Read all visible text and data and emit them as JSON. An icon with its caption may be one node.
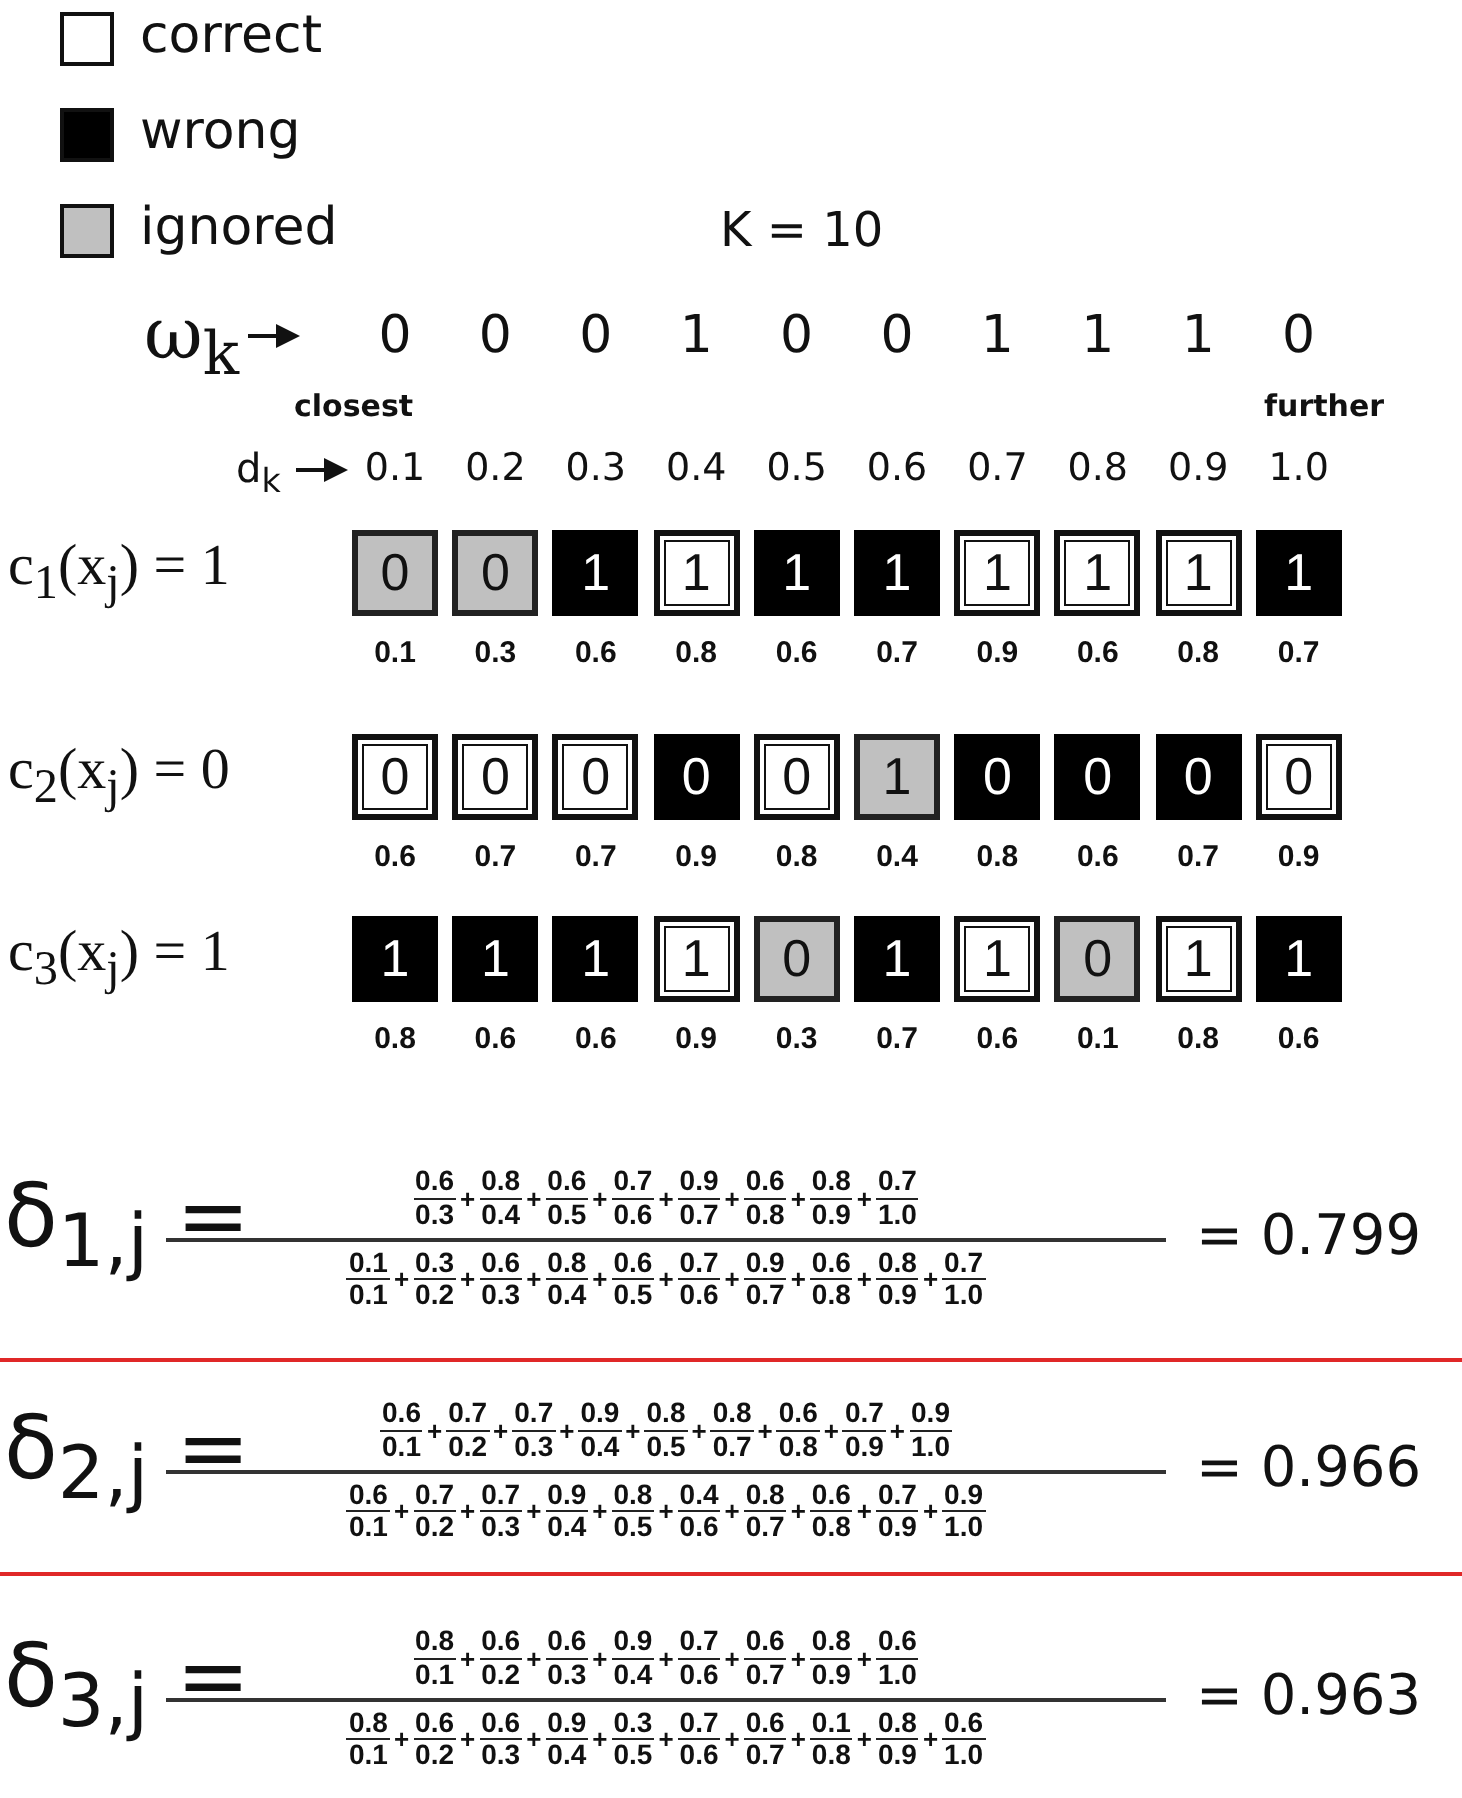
{
  "diagram": {
    "nodes": [
      {
        "text": [
          "0"
        ],
        "beside": [
          "0.1"
        ]
      },
      {
        "text": [
          "0"
        ],
        "beside": [
          "0.3"
        ]
      },
      {
        "text": [
          "1"
        ],
        "beside": [
          "0.6"
        ]
      },
      {
        "text": [
          "1"
        ],
        "beside": [
          "0.8"
        ]
      },
      {
        "text": [
          "1"
        ],
        "beside": [
          "0.6"
        ]
      },
      {
        "text": [
          "1"
        ],
        "beside": [
          "0.7"
        ]
      },
      {
        "text": [
          "1"
        ],
        "beside": [
          "0.9"
        ]
      },
      {
        "text": [
          "1"
        ],
        "beside": [
          "0.6"
        ]
      },
      {
        "text": [
          "1"
        ],
        "beside": [
          "0.8"
        ]
      },
      {
        "text": [
          "1"
        ],
        "beside": [
          "0.7"
        ]
      },
      {
        "text": [
          "0"
        ],
        "beside": [
          "0.6"
        ]
      },
      {
        "text": [
          "0"
        ],
        "beside": [
          "0.7"
        ]
      },
      {
        "text": [
          "0"
        ],
        "beside": [
          "0.7"
        ]
      },
      {
        "text": [
          "0"
        ],
        "beside": [
          "0.9"
        ]
      },
      {
        "text": [
          "0"
        ],
        "beside": [
          "0.8"
        ]
      },
      {
        "text": [
          "1"
        ],
        "beside": [
          "0.4"
        ]
      },
      {
        "text": [
          "0"
        ],
        "beside": [
          "0.8"
        ]
      },
      {
        "text": [
          "0"
        ],
        "beside": [
          "0.6"
        ]
      },
      {
        "text": [
          "0"
        ],
        "beside": [
          "0.7"
        ]
      },
      {
        "text": [
          "0"
        ],
        "beside": [
          "0.9"
        ]
      },
      {
        "text": [
          "1"
        ],
        "beside": [
          "0.8"
        ]
      },
      {
        "text": [
          "1"
        ],
        "beside": [
          "0.6"
        ]
      },
      {
        "text": [
          "1"
        ],
        "beside": [
          "0.6"
        ]
      },
      {
        "text": [
          "1"
        ],
        "beside": [
          "0.9"
        ]
      },
      {
        "text": [
          "0"
        ],
        "beside": [
          "0.3"
        ]
      },
      {
        "text": [
          "1"
        ],
        "beside": [
          "0.7"
        ]
      },
      {
        "text": [
          "1"
        ],
        "beside": [
          "0.6"
        ]
      },
      {
        "text": [
          "0"
        ],
        "beside": [
          "0.1"
        ]
      },
      {
        "text": [
          "1"
        ],
        "beside": [
          "0.8"
        ]
      },
      {
        "text": [
          "1"
        ],
        "beside": [
          "0.6"
        ]
      }
    ],
    "labels": [
      "K = 10",
      "ω$_{k}$",
      "0",
      "0",
      "0",
      "1",
      "0",
      "0",
      "1",
      "1",
      "1",
      "0",
      "closest",
      "further",
      "d$_{k}$",
      "0.1",
      "0.2",
      "0.3",
      "0.4",
      "0.5",
      "0.6",
      "0.7",
      "0.8",
      "0.9",
      "1.0",
      "c$_{1}$(x$_{j}$) = 1",
      "c$_{2}$(x$_{j}$) = 0",
      "c$_{3}$(x$_{j}$) = 1",
      "δ$_{1,j}$ =",
      "0.6",
      "0.3",
      "+",
      "0.8",
      "0.4",
      "+",
      "0.6",
      "0.5",
      "+",
      "0.7",
      "0.6",
      "+",
      "0.9",
      "0.7",
      "+",
      "0.6",
      "0.8",
      "+",
      "0.8",
      "0.9",
      "+",
      "0.7",
      "1.0",
      "0.1",
      "0.1",
      "+",
      "0.3",
      "0.2",
      "+",
      "0.6",
      "0.3",
      "+",
      "0.8",
      "0.4",
      "+",
      "0.6",
      "0.5",
      "+",
      "0.7",
      "0.6",
      "+",
      "0.9",
      "0.7",
      "+",
      "0.6",
      "0.8",
      "+",
      "0.8",
      "0.9",
      "+",
      "0.7",
      "1.0",
      "= 0.799",
      "δ$_{2,j}$ =",
      "0.6",
      "0.1",
      "+",
      "0.7",
      "0.2",
      "+",
      "0.7",
      "0.3",
      "+",
      "0.9",
      "0.4",
      "+",
      "0.8",
      "0.5",
      "+",
      "0.8",
      "0.7",
      "+",
      "0.6",
      "0.8",
      "+",
      "0.7",
      "0.9",
      "+",
      "0.9",
      "1.0",
      "0.6",
      "0.1",
      "+",
      "0.7",
      "0.2",
      "+",
      "0.7",
      "0.3",
      "+",
      "0.9",
      "0.4",
      "+",
      "0.8",
      "0.5",
      "+",
      "0.4",
      "0.6",
      "+",
      "0.8",
      "0.7",
      "+",
      "0.6",
      "0.8",
      "+",
      "0.7",
      "0.9",
      "+",
      "0.9",
      "1.0",
      "= 0.966",
      "δ$_{3,j}$ =",
      "0.8",
      "0.1",
      "+",
      "0.6",
      "0.2",
      "+",
      "0.6",
      "0.3",
      "+",
      "0.9",
      "0.4",
      "+",
      "0.7",
      "0.6",
      "+",
      "0.6",
      "0.7",
      "+",
      "0.8",
      "0.9",
      "+",
      "0.6",
      "1.0",
      "0.8",
      "0.1",
      "+",
      "0.6",
      "0.2",
      "+",
      "0.6",
      "0.3",
      "+",
      "0.9",
      "0.4",
      "+",
      "0.3",
      "0.5",
      "+",
      "0.7",
      "0.6",
      "+",
      "0.6",
      "0.7",
      "+",
      "0.1",
      "0.8",
      "+",
      "0.8",
      "0.9",
      "+",
      "0.6",
      "1.0",
      "= 0.963"
    ],
    "legend": [
      {
        "text": "correct",
        "color": "#ffffff"
      },
      {
        "text": "wrong",
        "color": "#000000"
      },
      {
        "text": "ignored",
        "color": "#c0c0c0"
      }
    ]
  }
}
